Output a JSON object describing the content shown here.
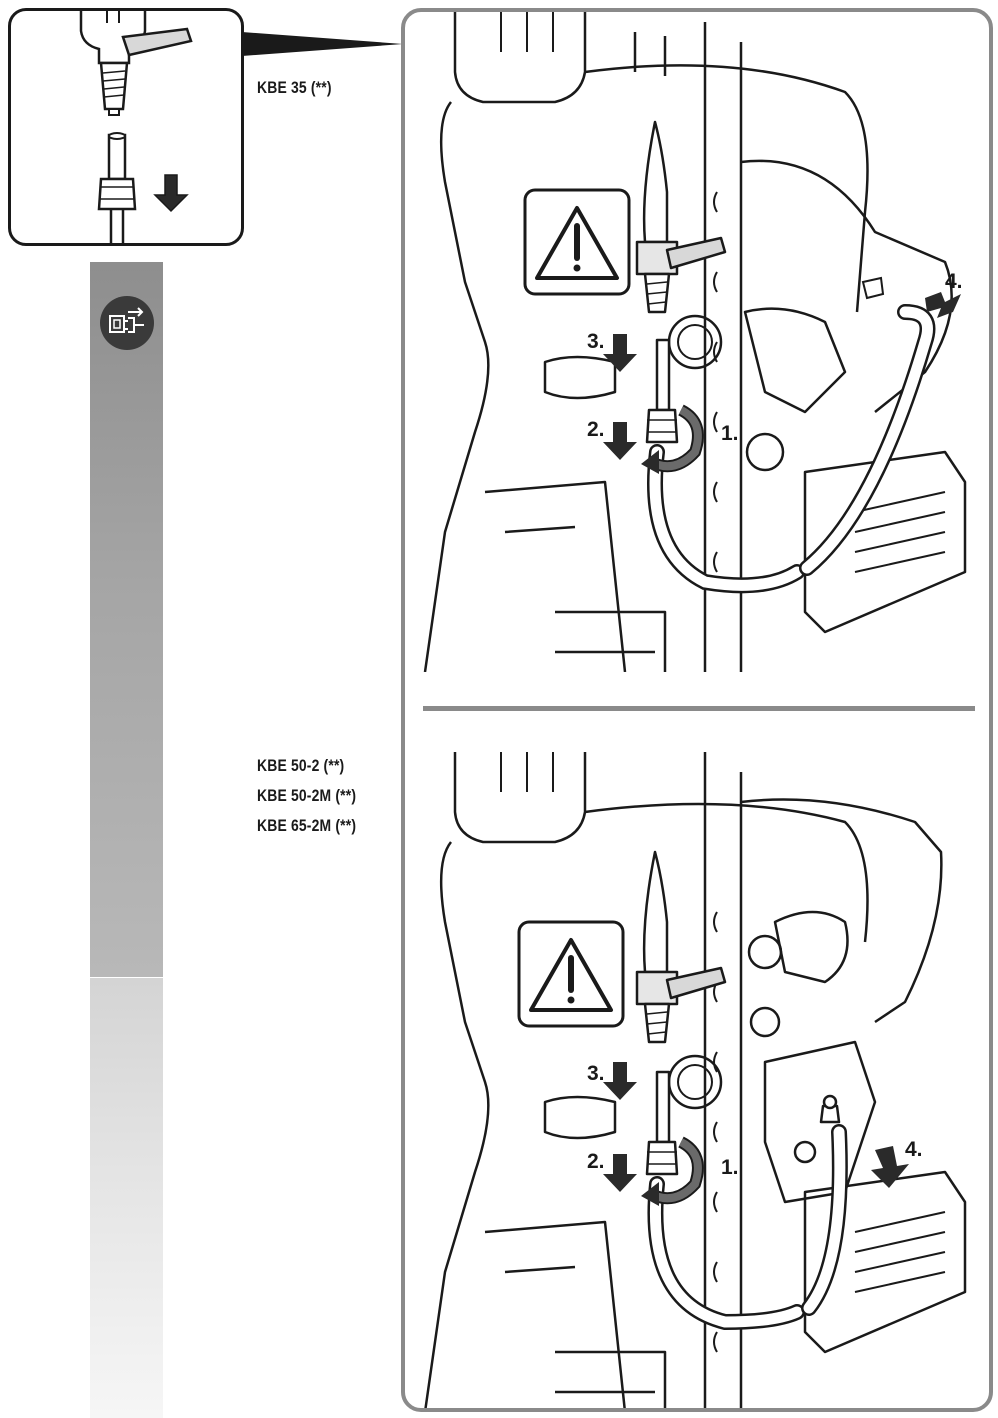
{
  "inset": {
    "model_label": "KBE 35 (**)"
  },
  "side_labels": {
    "models": [
      "KBE 50-2 (**)",
      "KBE 50-2M (**)",
      "KBE 65-2M (**)"
    ]
  },
  "sidebar": {
    "icon": "unplug-power-icon"
  },
  "panels": {
    "top": {
      "steps": [
        "1.",
        "2.",
        "3.",
        "4."
      ],
      "warning_icon": "warning-triangle-icon"
    },
    "bottom": {
      "steps": [
        "1.",
        "2.",
        "3.",
        "4."
      ],
      "warning_icon": "warning-triangle-icon"
    }
  },
  "colors": {
    "sidebar_dark": "#8e8e8e",
    "sidebar_light": "#e6e6e6",
    "frame": "#8a8a8a",
    "ink": "#1a1a1a"
  }
}
